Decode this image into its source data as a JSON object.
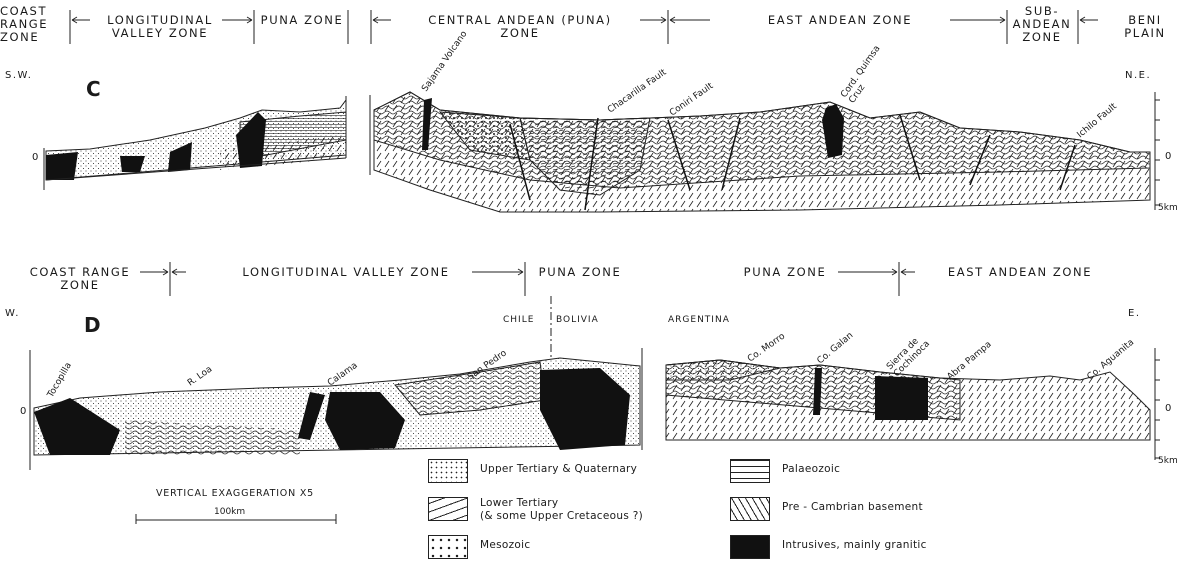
{
  "section_c": {
    "label": "C",
    "left_end": "S.W.",
    "right_end": "N.E.",
    "zones": [
      "COAST\nRANGE\nZONE",
      "LONGITUDINAL\nVALLEY ZONE",
      "PUNA ZONE",
      "CENTRAL ANDEAN (PUNA)\nZONE",
      "EAST ANDEAN ZONE",
      "SUB-\nANDEAN\nZONE",
      "BENI\nPLAIN"
    ],
    "features": [
      "Sajama Volcano",
      "Chacarilla Fault",
      "Coniri Fault",
      "Cord. Quimsa\nCruz",
      "Ichilo Fault"
    ],
    "zero_left": "0",
    "zero_right": "0",
    "scale_depth": "5km"
  },
  "section_d": {
    "label": "D",
    "left_end": "W.",
    "right_end": "E.",
    "zones": [
      "COAST RANGE\nZONE",
      "LONGITUDINAL VALLEY ZONE",
      "PUNA ZONE",
      "PUNA ZONE",
      "EAST ANDEAN ZONE"
    ],
    "countries": [
      "CHILE",
      "BOLIVIA",
      "ARGENTINA"
    ],
    "features_left": [
      "Tocopilla",
      "R. Loa",
      "Calama",
      "San Pedro"
    ],
    "features_right": [
      "Co. Morro",
      "Co. Galan",
      "Sierra de\nCochinoca",
      "Abra Pampa",
      "Co. Aguanita"
    ],
    "zero_left": "0",
    "zero_right": "0",
    "scale_depth": "5km",
    "exaggeration": "VERTICAL EXAGGERATION X5",
    "scale_bar": "100km"
  },
  "legend": [
    {
      "label": "Upper Tertiary & Quaternary",
      "pattern": "fine-dots"
    },
    {
      "label": "Lower Tertiary\n(& some Upper Cretaceous ?)",
      "pattern": "dashes"
    },
    {
      "label": "Mesozoic",
      "pattern": "coarse-dots"
    },
    {
      "label": "Palaeozoic",
      "pattern": "waves"
    },
    {
      "label": "Pre - Cambrian basement",
      "pattern": "slashes"
    },
    {
      "label": "Intrusives, mainly granitic",
      "pattern": "solid"
    }
  ],
  "colors": {
    "ink": "#1a1a1a",
    "paper": "#ffffff"
  }
}
